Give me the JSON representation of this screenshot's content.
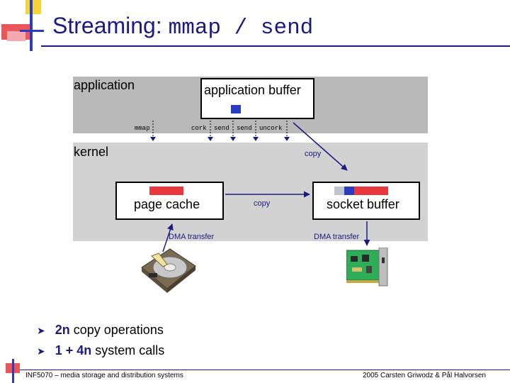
{
  "title": {
    "prefix": "Streaming: ",
    "call1": "mmap",
    "sep": " / ",
    "call2": "send"
  },
  "labels": {
    "application": "application",
    "application_buffer": "application buffer",
    "kernel": "kernel",
    "page_cache": "page cache",
    "socket_buffer": "socket buffer"
  },
  "syscalls": {
    "mmap": "mmap",
    "cork": "cork",
    "send1": "send",
    "send2": "send",
    "uncork": "uncork"
  },
  "annotations": {
    "copy_top": "copy",
    "copy_middle": "copy",
    "dma_left": "DMA transfer",
    "dma_right": "DMA transfer"
  },
  "bullets": [
    {
      "bold": "2n",
      "text": " copy operations"
    },
    {
      "bold": "1 + 4n",
      "text": " system calls"
    }
  ],
  "footer": {
    "left": "INF5070 – media storage and distribution systems",
    "right": "2005  Carsten Griwodz & Pål Halvorsen"
  },
  "colors": {
    "accent": "#1a1a80",
    "logo_red": "#e8383d",
    "logo_yellow": "#f5d33a",
    "logo_blue": "#2a3cbf",
    "arrow": "#1a1a80"
  }
}
